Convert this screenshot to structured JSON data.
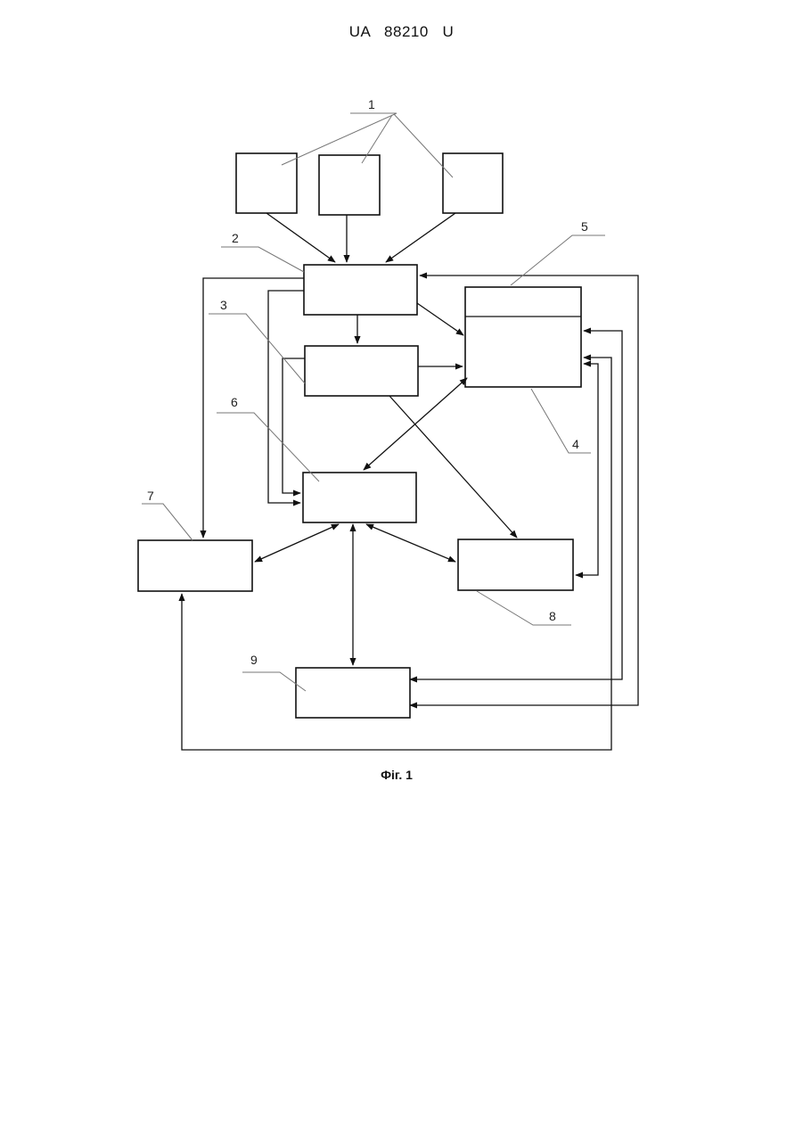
{
  "document": {
    "header": "UA   88210   U",
    "caption": "Фіг. 1"
  },
  "labels": {
    "l1": "1",
    "l2": "2",
    "l3": "3",
    "l4": "4",
    "l5": "5",
    "l6": "6",
    "l7": "7",
    "l8": "8",
    "l9": "9"
  }
}
